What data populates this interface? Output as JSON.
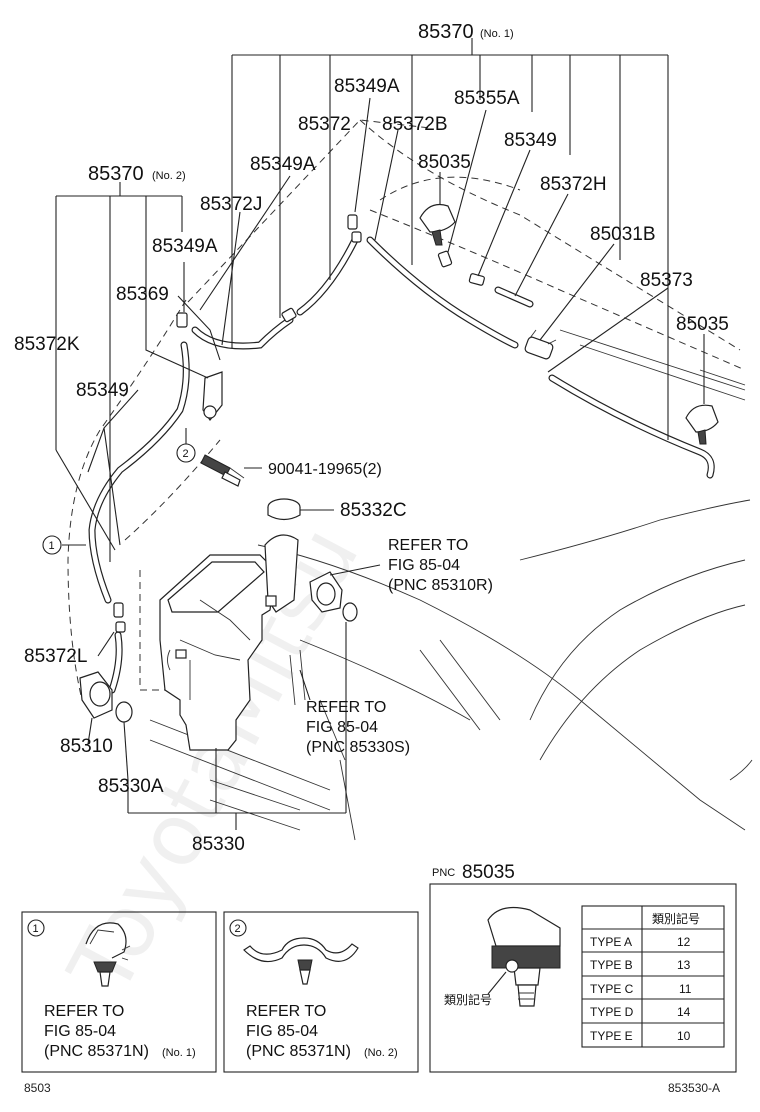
{
  "watermark": "ToyotaMitsu",
  "labels": {
    "p85370_no1": "85370",
    "p85370_no1_sfx": "(No. 1)",
    "p85349A_a": "85349A",
    "p85355A": "85355A",
    "p85372": "85372",
    "p85372B": "85372B",
    "p85349A_b": "85349A",
    "p85035_a": "85035",
    "p85349_a": "85349",
    "p85372J": "85372J",
    "p85372H": "85372H",
    "p85370_no2": "85370",
    "p85370_no2_sfx": "(No. 2)",
    "p85031B": "85031B",
    "p85349A_c": "85349A",
    "p85373": "85373",
    "p85369": "85369",
    "p85035_b": "85035",
    "p85372K": "85372K",
    "p85349_b": "85349",
    "p90041": "90041-19965(2)",
    "p85332C": "85332C",
    "p85372L": "85372L",
    "p85310": "85310",
    "p85330A": "85330A",
    "p85330": "85330"
  },
  "refs": {
    "r1_line1": "REFER TO",
    "r1_line2": "FIG 85-04",
    "r1_line3": "(PNC 85310R)",
    "r2_line1": "REFER TO",
    "r2_line2": "FIG 85-04",
    "r2_line3": "(PNC 85330S)"
  },
  "callouts": {
    "c1": "1",
    "c2": "2"
  },
  "inset1": {
    "number": "1",
    "line1": "REFER TO",
    "line2": "FIG 85-04",
    "line3": "(PNC 85371N)",
    "suffix": "(No. 1)"
  },
  "inset2": {
    "number": "2",
    "line1": "REFER TO",
    "line2": "FIG 85-04",
    "line3": "(PNC 85371N)",
    "suffix": "(No. 2)"
  },
  "pnc_box": {
    "prefix": "PNC",
    "pnc": "85035",
    "callout": "類別記号",
    "table_header": "類別記号",
    "rows": [
      {
        "type": "TYPE A",
        "code": "12"
      },
      {
        "type": "TYPE B",
        "code": "13"
      },
      {
        "type": "TYPE C",
        "code": "11"
      },
      {
        "type": "TYPE D",
        "code": "14"
      },
      {
        "type": "TYPE E",
        "code": "10"
      }
    ]
  },
  "footer": {
    "left": "8503",
    "right": "853530-A"
  }
}
